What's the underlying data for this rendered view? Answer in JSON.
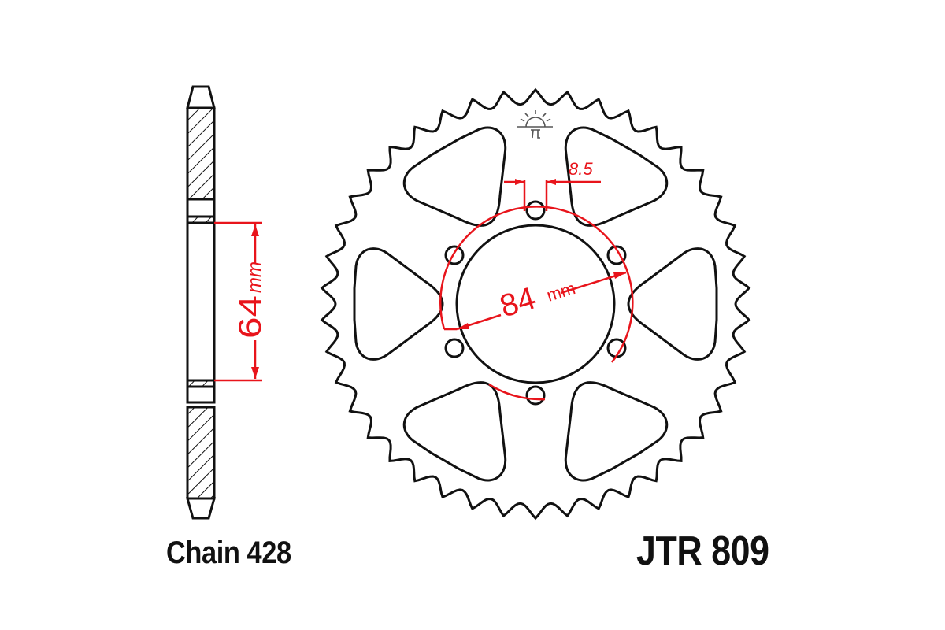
{
  "diagram": {
    "type": "technical-drawing",
    "subject": "rear sprocket",
    "part_number": "JTR 809",
    "chain_label": "Chain 428",
    "teeth_count": 42,
    "dimensions": {
      "pcd": {
        "value": "84",
        "unit": "mm"
      },
      "bolt_hole": {
        "value": "8.5"
      },
      "hub_center": {
        "value": "64",
        "unit": "mm"
      }
    },
    "bolt_hole_count": 6,
    "cutout_count": 6,
    "logo_icon": "jt-sun-logo-icon",
    "colors": {
      "outline": "#111111",
      "dimension": "#e8141b",
      "background": "#ffffff"
    }
  }
}
